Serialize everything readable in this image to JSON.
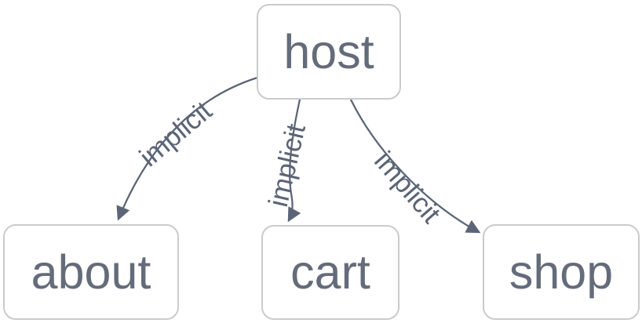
{
  "diagram": {
    "nodes": [
      {
        "id": "host",
        "label": "host"
      },
      {
        "id": "about",
        "label": "about"
      },
      {
        "id": "cart",
        "label": "cart"
      },
      {
        "id": "shop",
        "label": "shop"
      }
    ],
    "edges": [
      {
        "from": "host",
        "to": "about",
        "label": "implicit"
      },
      {
        "from": "host",
        "to": "cart",
        "label": "implicit"
      },
      {
        "from": "host",
        "to": "shop",
        "label": "implicit"
      }
    ],
    "colors": {
      "canvas_background": "#ffffff",
      "node_background": "#ffffff",
      "node_border": "#c9cbce",
      "node_text": "#646c7b",
      "edge_stroke": "#5b6577",
      "edge_label_text": "#5b6577"
    }
  }
}
